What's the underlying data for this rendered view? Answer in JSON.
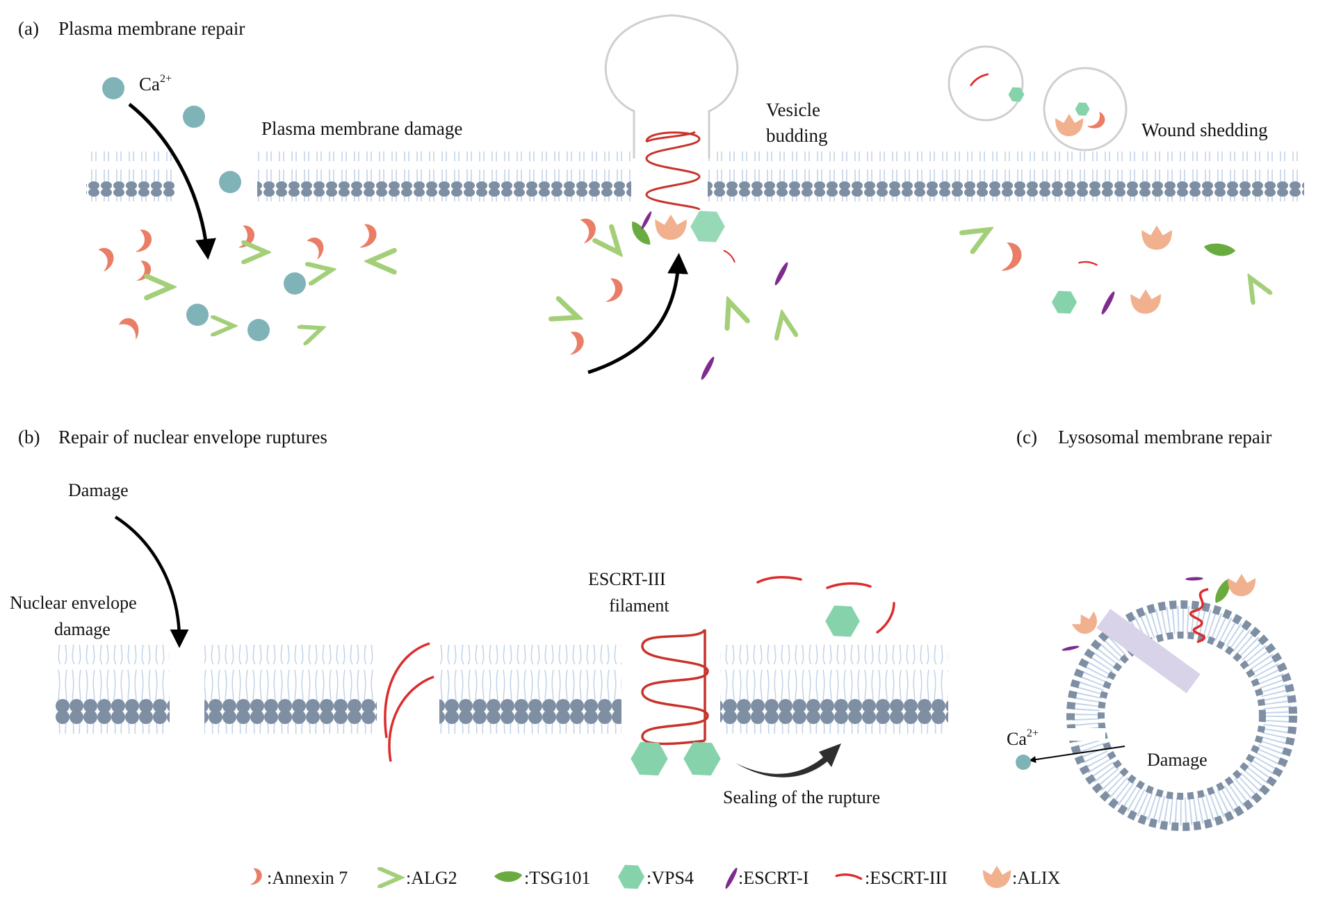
{
  "panels": {
    "a": {
      "letter": "(a)",
      "title": "Plasma membrane repair"
    },
    "b": {
      "letter": "(b)",
      "title": "Repair of nuclear envelope  ruptures"
    },
    "c": {
      "letter": "(c)",
      "title": "Lysosomal membrane repair"
    }
  },
  "labels_a": {
    "ca": "Ca",
    "ca_sup": "2+",
    "damage": "Plasma membrane damage",
    "vesicle_1": "Vesicle",
    "vesicle_2": "budding",
    "wound": "Wound shedding"
  },
  "labels_b": {
    "damage": "Damage",
    "ne_1": "Nuclear envelope",
    "ne_2": "damage",
    "escrt_1": "ESCRT-III",
    "escrt_2": "filament",
    "sealing": "Sealing of the rupture"
  },
  "labels_c": {
    "ca": "Ca",
    "ca_sup": "2+",
    "damage": "Damage"
  },
  "legend": [
    {
      "icon": "annexin7",
      "label": ":Annexin 7"
    },
    {
      "icon": "alg2",
      "label": ":ALG2"
    },
    {
      "icon": "tsg101",
      "label": ":TSG101"
    },
    {
      "icon": "vps4",
      "label": ":VPS4"
    },
    {
      "icon": "escrt1",
      "label": ":ESCRT-I"
    },
    {
      "icon": "escrt3",
      "label": ":ESCRT-III"
    },
    {
      "icon": "alix",
      "label": ":ALIX"
    }
  ],
  "colors": {
    "annexin7": "#ea7d66",
    "alg2": "#a3cf78",
    "tsg101": "#6aab3f",
    "vps4": "#86d3ab",
    "escrt1": "#7e2a8e",
    "escrt3": "#dd2b2b",
    "alix": "#f1b08e",
    "calcium": "#7fb3b8",
    "membrane_head": "#7e8ea3",
    "membrane_tail": "#c3d4e8"
  }
}
